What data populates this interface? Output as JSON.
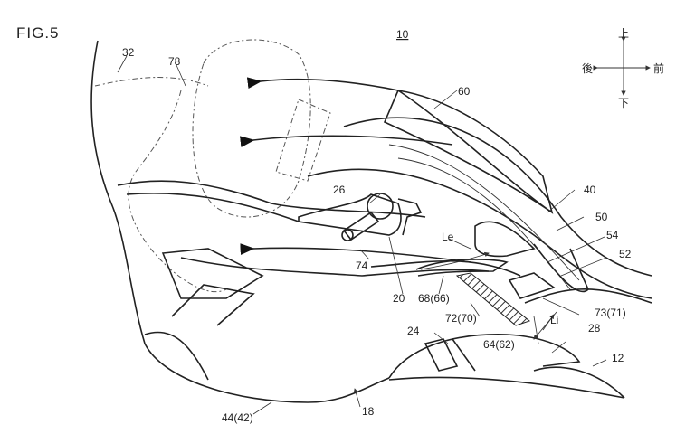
{
  "figure_title": "FIG.5",
  "ref_main": "10",
  "direction": {
    "up": "上",
    "down": "下",
    "rear": "後",
    "front": "前"
  },
  "labels": {
    "l32": "32",
    "l78": "78",
    "l60": "60",
    "l40": "40",
    "l50": "50",
    "l54": "54",
    "l52": "52",
    "l26": "26",
    "lLe": "Le",
    "l74": "74",
    "l20": "20",
    "l68": "68(66)",
    "l72": "72(70)",
    "l73": "73(71)",
    "lLi": "Li",
    "l64": "64(62)",
    "l24": "24",
    "l28": "28",
    "l12": "12",
    "l44": "44(42)",
    "l18": "18"
  }
}
